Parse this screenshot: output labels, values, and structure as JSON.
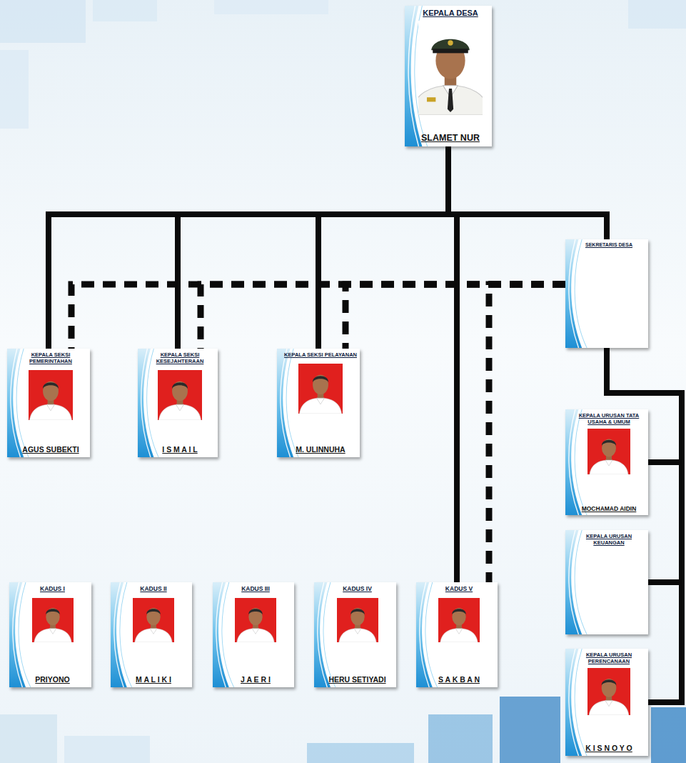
{
  "diagram": {
    "nodes": [
      {
        "text": [
          "KEPALA DESA",
          "SLAMET NUR"
        ]
      },
      {
        "text": [
          "SEKRETARIS DESA"
        ]
      },
      {
        "text": [
          "KEPALA SEKSI PEMERINTAHAN",
          "AGUS SUBEKTI"
        ]
      },
      {
        "text": [
          "KEPALA SEKSI KESEJAHTERAAN",
          "I S M A I L"
        ]
      },
      {
        "text": [
          "KEPALA SEKSI PELAYANAN",
          "M. ULINNUHA"
        ]
      },
      {
        "text": [
          "KEPALA URUSAN TATA USAHA & UMUM",
          "MOCHAMAD AIDIN"
        ]
      },
      {
        "text": [
          "KEPALA URUSAN KEUANGAN"
        ]
      },
      {
        "text": [
          "KADUS I",
          "PRIYONO"
        ]
      },
      {
        "text": [
          "KADUS II",
          "M A L I K I"
        ]
      },
      {
        "text": [
          "KADUS III",
          "J A E R I"
        ]
      },
      {
        "text": [
          "KADUS IV",
          "HERU SETIYADI"
        ]
      },
      {
        "text": [
          "KADUS V",
          "S A K B A N"
        ]
      },
      {
        "text": [
          "KEPALA URUSAN PERENCANAAN",
          "K I S N O Y O"
        ]
      }
    ],
    "edges": [
      {
        "from": 0,
        "to": 2,
        "arrow": "none"
      },
      {
        "from": 0,
        "to": 3,
        "arrow": "none"
      },
      {
        "from": 0,
        "to": 4,
        "arrow": "none"
      },
      {
        "from": 0,
        "to": 11,
        "arrow": "none"
      },
      {
        "from": 0,
        "to": 1,
        "arrow": "none"
      },
      {
        "from": 1,
        "to": 5,
        "arrow": "none"
      },
      {
        "from": 1,
        "to": 6,
        "arrow": "none"
      },
      {
        "from": 1,
        "to": 12,
        "arrow": "none"
      },
      {
        "from": 1,
        "to": 2,
        "arrow": "none"
      },
      {
        "from": 1,
        "to": 3,
        "arrow": "none"
      },
      {
        "from": 1,
        "to": 4,
        "arrow": "none"
      },
      {
        "from": 1,
        "to": 11,
        "arrow": "none"
      }
    ]
  }
}
